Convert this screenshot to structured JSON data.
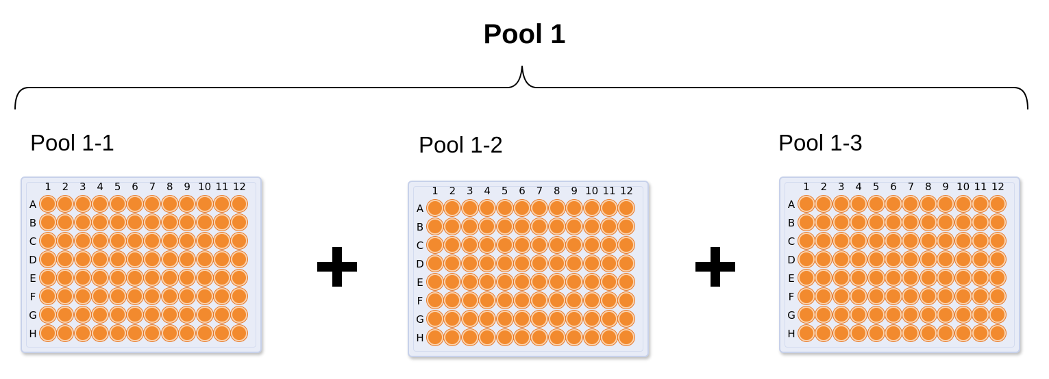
{
  "title": "Pool 1",
  "plates": [
    {
      "label": "Pool 1-1"
    },
    {
      "label": "Pool 1-2"
    },
    {
      "label": "Pool 1-3"
    }
  ],
  "columns": [
    "1",
    "2",
    "3",
    "4",
    "5",
    "6",
    "7",
    "8",
    "9",
    "10",
    "11",
    "12"
  ],
  "rows": [
    "A",
    "B",
    "C",
    "D",
    "E",
    "F",
    "G",
    "H"
  ],
  "well_color": "#f28a2e",
  "plate_color": "#e8ecf7",
  "operator_icon": "plus-icon"
}
